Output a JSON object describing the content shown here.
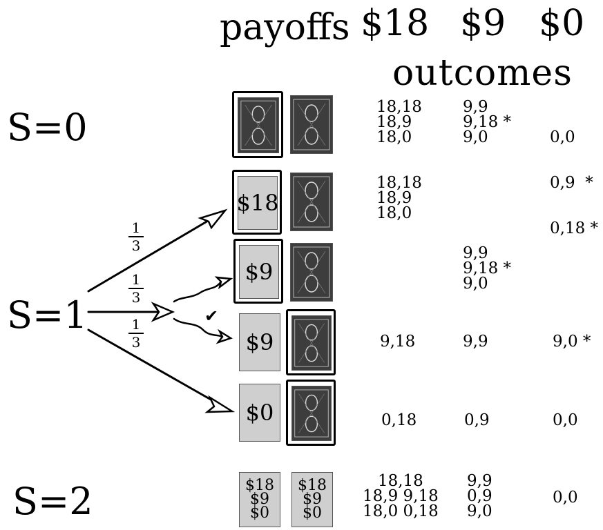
{
  "header": {
    "payoffs_label": "payoffs",
    "payoff_values": [
      "$18",
      "$9",
      "$0"
    ],
    "outcomes_label": "outcomes"
  },
  "states": [
    "S=0",
    "S=1",
    "S=2"
  ],
  "probabilities": [
    "1",
    "3",
    "1",
    "3",
    "1",
    "3"
  ],
  "cards": {
    "row1_face": "$18",
    "row2_face": "$9",
    "row3_face": "$9",
    "row4_face": "$0",
    "s2_left": [
      "$18",
      "$9",
      "$0"
    ],
    "s2_right": [
      "$18",
      "$9",
      "$0"
    ]
  },
  "check_mark": "✔",
  "outcomes": {
    "s0": {
      "col18": [
        "18,18",
        "18,9",
        "18,0"
      ],
      "col9": [
        "9,9",
        "9,18 *",
        "9,0"
      ],
      "col0": [
        "0,0",
        "0,9  *",
        "0,18 *"
      ]
    },
    "r1": {
      "col18": [
        "18,18",
        "18,9",
        "18,0"
      ]
    },
    "r2": {
      "col9": [
        "9,9",
        "9,18 *",
        "9,0"
      ]
    },
    "r3": {
      "col18": "9,18",
      "col9": "9,9",
      "col0": "9,0 *"
    },
    "r4": {
      "col18": "0,18",
      "col9": "0,9",
      "col0": "0,0"
    },
    "s2": {
      "col18": [
        "18,18",
        "18,9 9,18",
        "18,0 0,18"
      ],
      "col9": [
        "9,9",
        "0,9",
        "9,0"
      ],
      "col0": "0,0"
    }
  }
}
